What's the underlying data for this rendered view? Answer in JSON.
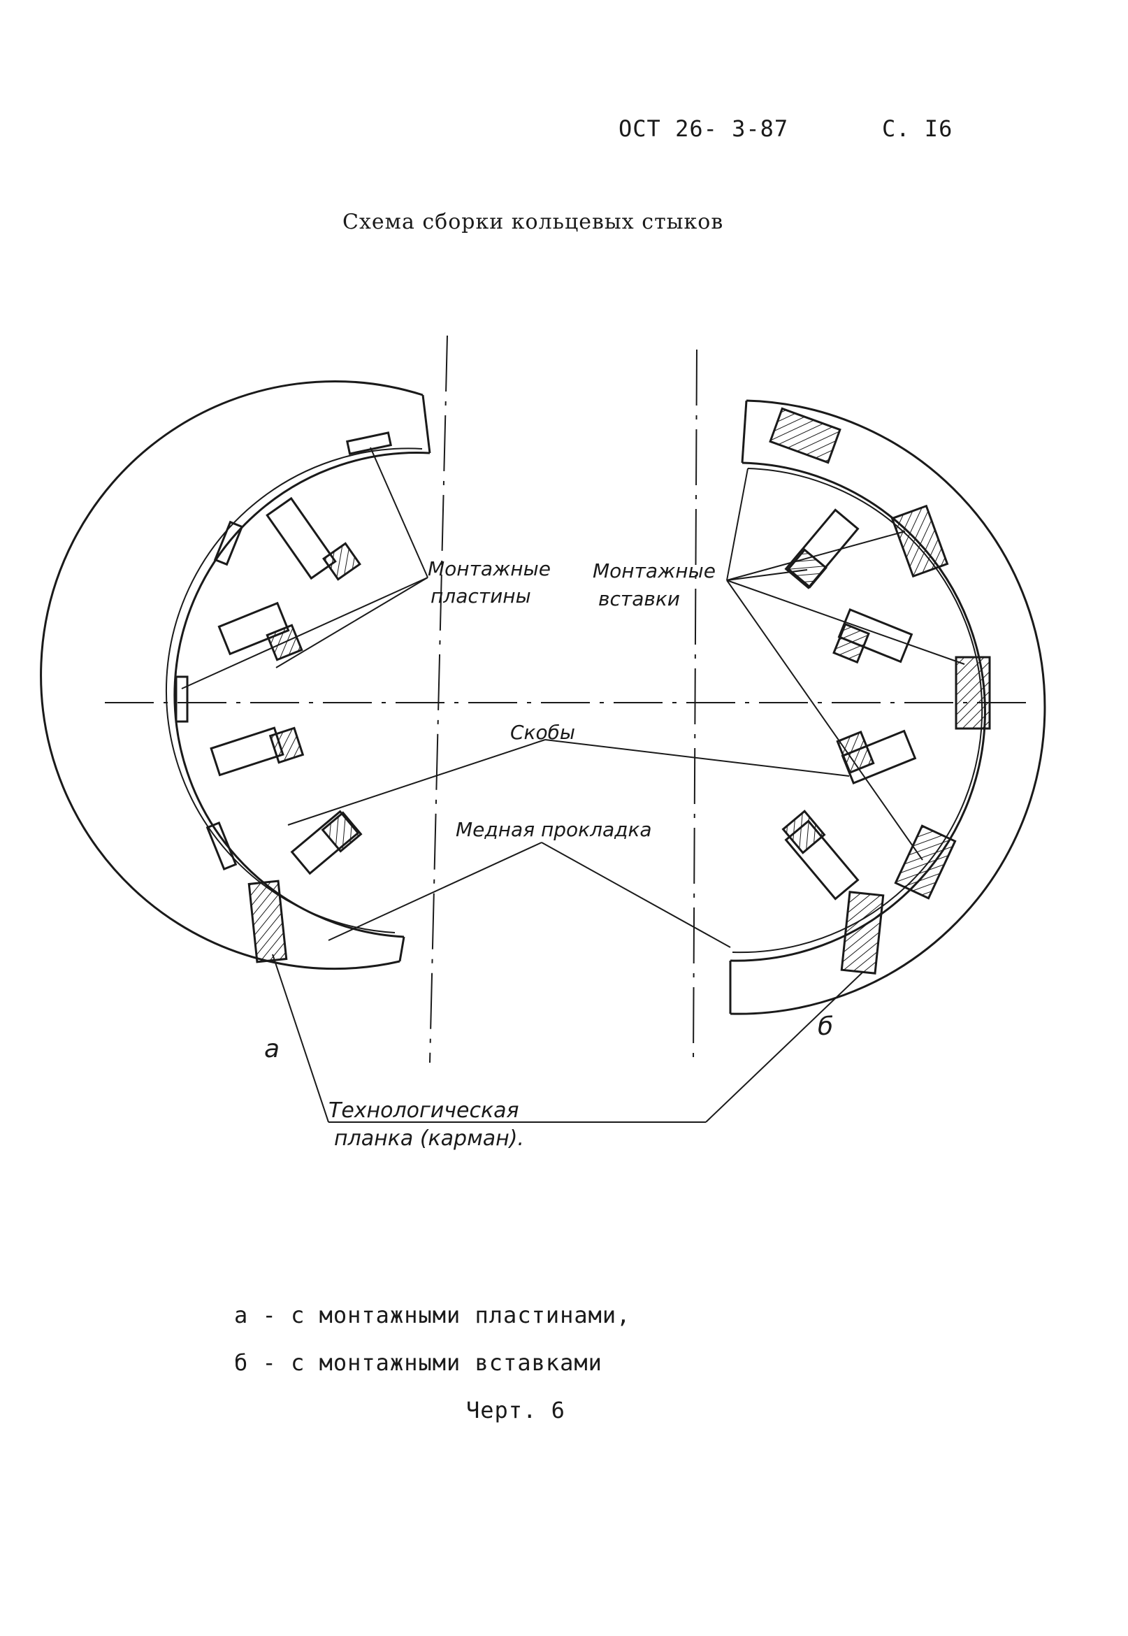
{
  "header": {
    "doc_number": "ОСТ 26- 3-87",
    "page_number": "С. I6"
  },
  "title": "Схема сборки кольцевых стыков",
  "labels": {
    "montazh_plates_line1": "Монтажные",
    "montazh_plates_line2": "пластины",
    "montazh_inserts_line1": "Монтажные",
    "montazh_inserts_line2": "вставки",
    "brackets": "Скобы",
    "copper_gasket": "Медная прокладка",
    "tech_strip_line1": "Технологическая",
    "tech_strip_line2": "планка (карман).",
    "variant_a": "а",
    "variant_b": "б"
  },
  "legend": {
    "line_a": "а - с монтажными пластинами,",
    "line_b": "б - с монтажными вставками"
  },
  "figure_caption": "Черт. 6"
}
